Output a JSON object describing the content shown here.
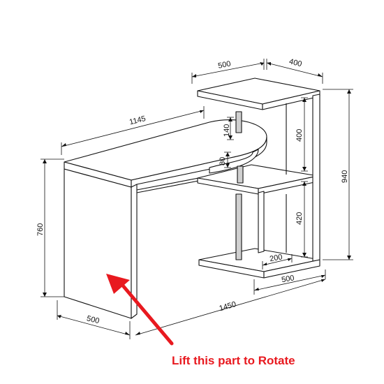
{
  "dimensions": {
    "top_shelf_width": "500",
    "top_shelf_depth": "400",
    "desk_length": "1145",
    "swivel_upper_gap": "140",
    "swivel_lower_gap": "80",
    "shelf_gap_upper": "400",
    "shelf_gap_lower": "420",
    "overall_height": "940",
    "desk_height": "760",
    "base_inner": "200",
    "base_width": "500",
    "desk_depth": "500",
    "overall_length": "1450"
  },
  "callout": {
    "text": "Lift this part to Rotate"
  },
  "colors": {
    "line": "#111111",
    "accent": "#e8191f",
    "shade": "#d0d0d0"
  }
}
